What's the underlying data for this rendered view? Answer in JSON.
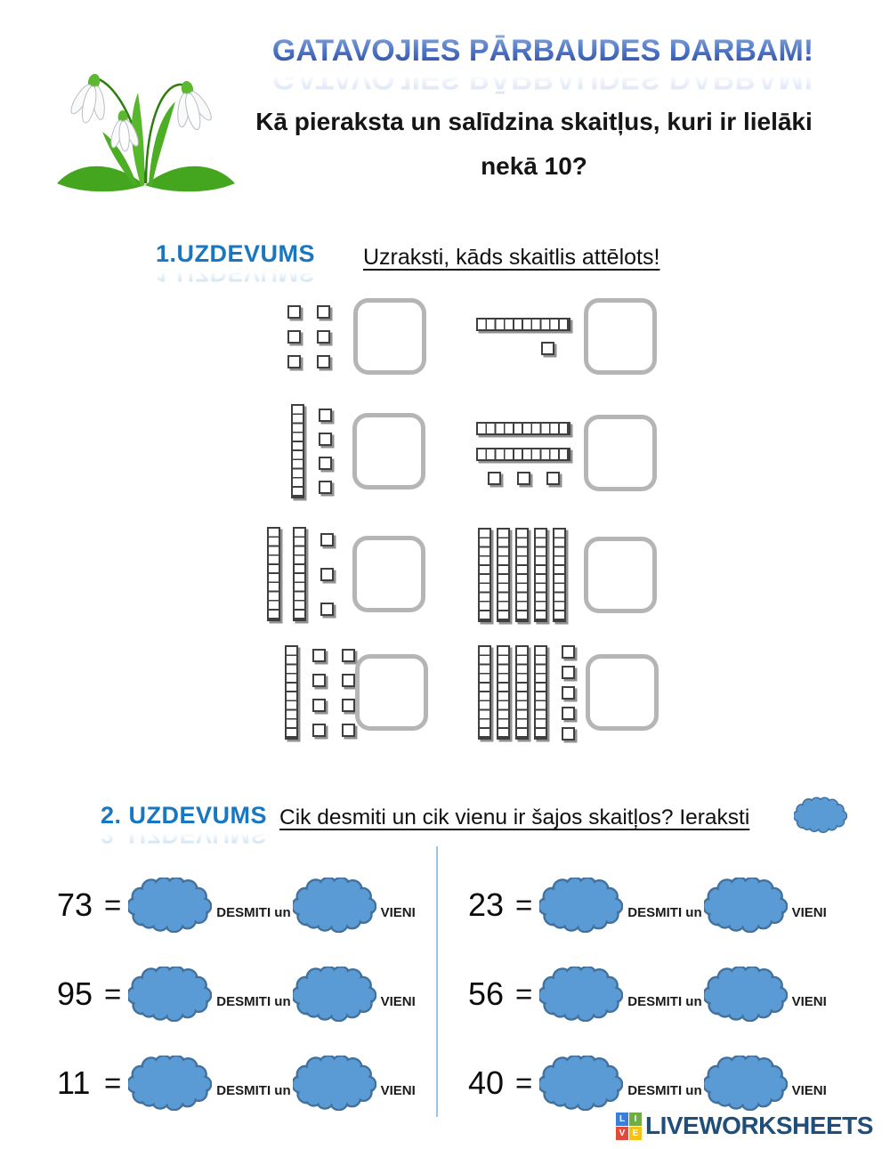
{
  "header": {
    "title": "GATAVOJIES PĀRBAUDES DARBAM!",
    "subtitle": "Kā pieraksta un salīdzina skaitļus, kuri ir lielāki nekā 10?"
  },
  "task1": {
    "label": "1.UZDEVUMS",
    "instruction": "Uzraksti, kāds skaitlis attēlots!",
    "items": [
      {
        "tens": 0,
        "ones": 6,
        "rod_dir": "h",
        "ones_cols": 2
      },
      {
        "tens": 1,
        "ones": 1,
        "rod_dir": "h",
        "ones_cols": 1
      },
      {
        "tens": 1,
        "ones": 4,
        "rod_dir": "v",
        "ones_cols": 1
      },
      {
        "tens": 2,
        "ones": 3,
        "rod_dir": "h",
        "ones_cols": 3
      },
      {
        "tens": 2,
        "ones": 3,
        "rod_dir": "v",
        "ones_cols": 1
      },
      {
        "tens": 5,
        "ones": 0,
        "rod_dir": "v",
        "ones_cols": 0
      },
      {
        "tens": 1,
        "ones": 8,
        "rod_dir": "v",
        "ones_cols": 2
      },
      {
        "tens": 4,
        "ones": 5,
        "rod_dir": "v",
        "ones_cols": 1
      }
    ]
  },
  "task2": {
    "label": "2. UZDEVUMS",
    "instruction": "Cik desmiti un cik vienu ir šajos skaitļos? Ieraksti",
    "equals": "=",
    "tens_label": "DESMITI un",
    "ones_label": "VIENI",
    "left_numbers": [
      "73",
      "95",
      "11"
    ],
    "right_numbers": [
      "23",
      "56",
      "40"
    ]
  },
  "footer": {
    "brand": "LIVEWORKSHEETS",
    "logo_letters": [
      "L",
      "I",
      "V",
      "E"
    ]
  },
  "colors": {
    "task_label_blue": "#1877C0",
    "cloud_fill": "#5B9BD5",
    "cloud_stroke": "#41719C",
    "divider_blue": "#9DC3E6",
    "box_gray": "#B5B5B5",
    "brand_navy": "#1F4E79",
    "logo_blue": "#3B7DD8",
    "logo_green": "#70AD47",
    "logo_red": "#E04B3B",
    "logo_yellow": "#F2C314"
  }
}
